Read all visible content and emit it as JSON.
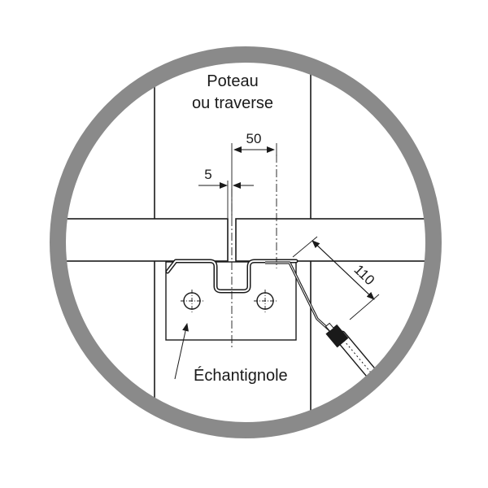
{
  "labels": {
    "post_line1": "Poteau",
    "post_line2": "ou traverse",
    "bracket": "Échantignole"
  },
  "dimensions": {
    "gap": "5",
    "spacing": "50",
    "wire_length": "110"
  },
  "colors": {
    "ring": "#8a8a8a",
    "stroke": "#1a1a1a",
    "background": "#ffffff"
  }
}
